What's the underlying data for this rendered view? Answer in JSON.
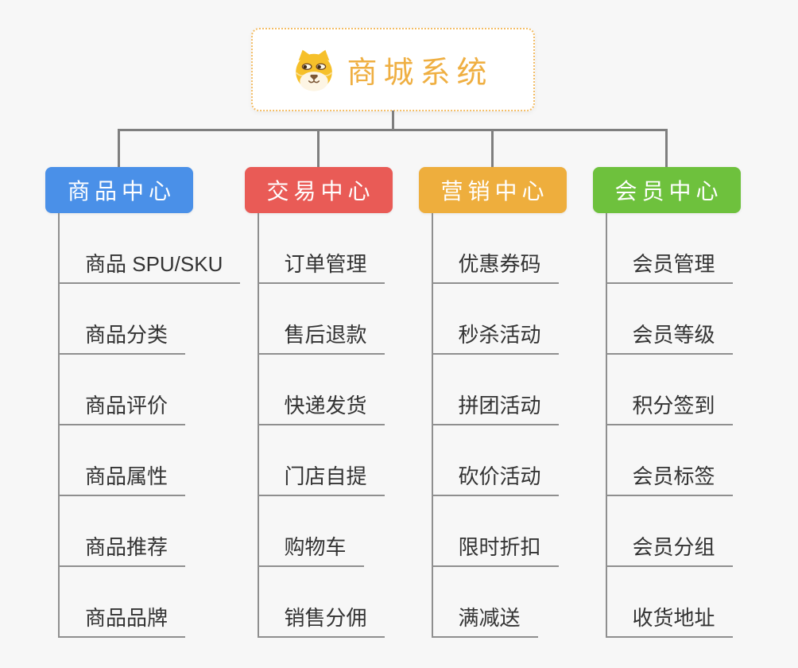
{
  "app": {
    "background_color": "#f7f7f7",
    "connector_color": "#7f7f7f",
    "leaf_line_color": "#8f8f8f",
    "leaf_text_color": "#333333"
  },
  "root": {
    "title": "商城系统",
    "title_color": "#efaf42",
    "border_color": "#f3bd66",
    "icon": "shiba-dog-face-icon"
  },
  "branches": [
    {
      "label": "商品中心",
      "color": "#4a90e8",
      "text_color": "#ffffff",
      "children": [
        "商品 SPU/SKU",
        "商品分类",
        "商品评价",
        "商品属性",
        "商品推荐",
        "商品品牌"
      ]
    },
    {
      "label": "交易中心",
      "color": "#e95b56",
      "text_color": "#ffffff",
      "children": [
        "订单管理",
        "售后退款",
        "快递发货",
        "门店自提",
        "购物车",
        "销售分佣"
      ]
    },
    {
      "label": "营销中心",
      "color": "#eeae3d",
      "text_color": "#ffffff",
      "children": [
        "优惠券码",
        "秒杀活动",
        "拼团活动",
        "砍价活动",
        "限时折扣",
        "满减送"
      ]
    },
    {
      "label": "会员中心",
      "color": "#6ec13d",
      "text_color": "#ffffff",
      "children": [
        "会员管理",
        "会员等级",
        "积分签到",
        "会员标签",
        "会员分组",
        "收货地址"
      ]
    }
  ]
}
